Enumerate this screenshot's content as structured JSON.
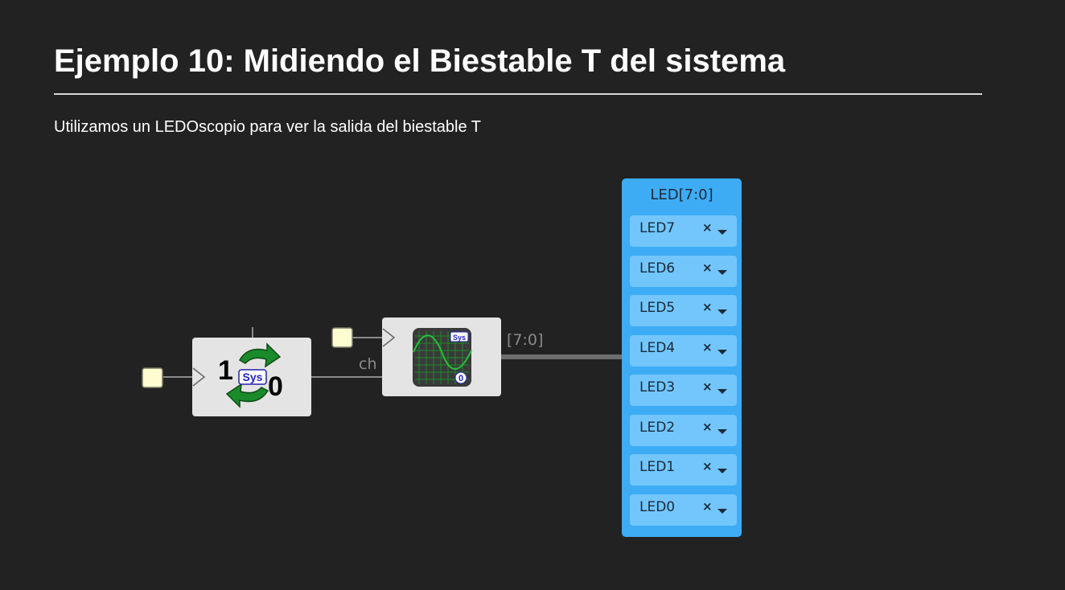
{
  "page": {
    "title": "Ejemplo 10: Midiendo el Biestable T del sistema",
    "subtitle": "Utilizamos un LEDOscopio para ver la salida del biestable T"
  },
  "diagram": {
    "toggle_block": {
      "label_one": "1",
      "label_zero": "0",
      "badge": "Sys",
      "icon": "toggle-cycle-arrows-icon"
    },
    "scope_block": {
      "badge": "Sys",
      "channel_badge": "0",
      "icon": "oscilloscope-icon"
    },
    "wire_labels": {
      "channel": "ch",
      "bus": "[7:0]"
    },
    "led_panel": {
      "title": "LED[7:0]",
      "remove_glyph": "×",
      "items": [
        {
          "label": "LED7"
        },
        {
          "label": "LED6"
        },
        {
          "label": "LED5"
        },
        {
          "label": "LED4"
        },
        {
          "label": "LED3"
        },
        {
          "label": "LED2"
        },
        {
          "label": "LED1"
        },
        {
          "label": "LED0"
        }
      ]
    },
    "colors": {
      "background": "#222222",
      "block_fill": "#e4e4e4",
      "led_panel": "#3dacf5",
      "led_item": "#72c6fb",
      "arrow_green": "#1a8a2a",
      "clock_input": "#fefcd0",
      "scope_screen": "#3a3a3a",
      "scope_trace": "#28c03a"
    }
  }
}
